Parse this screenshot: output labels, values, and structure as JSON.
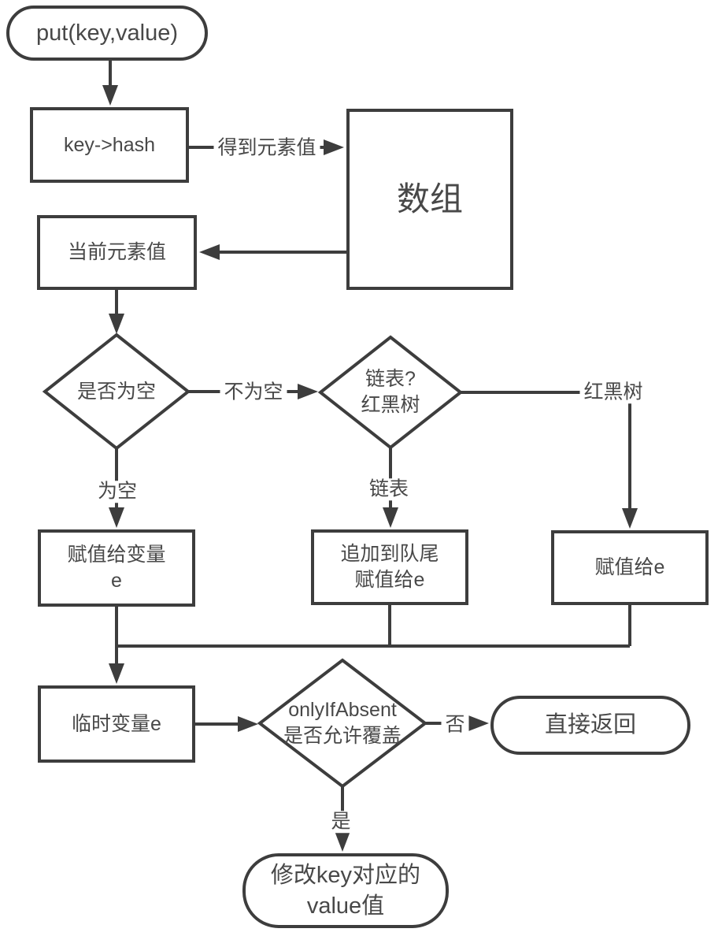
{
  "nodes": {
    "start": {
      "label": "put(key,value)"
    },
    "key_hash": {
      "label": "key->hash"
    },
    "array": {
      "label": "数组"
    },
    "current_element": {
      "label": "当前元素值"
    },
    "is_empty": {
      "label": "是否为空"
    },
    "list_or_tree": {
      "line1": "链表?",
      "line2": "红黑树"
    },
    "assign_var_e": {
      "line1": "赋值给变量",
      "line2": "e"
    },
    "append_tail": {
      "line1": "追加到队尾",
      "line2": "赋值给e"
    },
    "assign_e": {
      "label": "赋值给e"
    },
    "temp_var_e": {
      "label": "临时变量e"
    },
    "only_if_absent": {
      "line1": "onlyIfAbsent",
      "line2": "是否允许覆盖"
    },
    "direct_return": {
      "label": "直接返回"
    },
    "modify_value": {
      "line1": "修改key对应的",
      "line2": "value值"
    }
  },
  "edge_labels": {
    "get_element": "得到元素值",
    "not_empty": "不为空",
    "empty": "为空",
    "linked_list": "链表",
    "red_black_tree": "红黑树",
    "no": "否",
    "yes": "是"
  },
  "colors": {
    "stroke": "#3d3d3d",
    "text": "#484848"
  }
}
